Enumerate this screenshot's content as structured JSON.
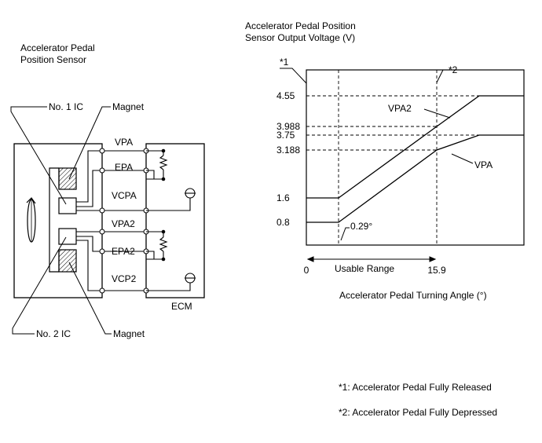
{
  "sensor_title_line1": "Accelerator Pedal",
  "sensor_title_line2": "Position Sensor",
  "callouts": {
    "ic1": "No. 1 IC",
    "ic2": "No. 2 IC",
    "magnet_top": "Magnet",
    "magnet_bottom": "Magnet"
  },
  "terminals": [
    "VPA",
    "EPA",
    "VCPA",
    "VPA2",
    "EPA2",
    "VCP2"
  ],
  "ecm_label": "ECM",
  "chart_data": {
    "type": "line",
    "ylabel_line1": "Accelerator Pedal Position",
    "ylabel_line2": "Sensor Output Voltage (V)",
    "xlabel": "Accelerator Pedal Turning Angle (°)",
    "x_ticks": [
      "0",
      "15.9"
    ],
    "y_ticks": [
      "4.55",
      "3.988",
      "3.75",
      "3.188",
      "1.6",
      "0.8"
    ],
    "series": [
      {
        "name": "VPA2",
        "x": [
          0,
          0.29,
          15.9,
          20
        ],
        "y": [
          1.6,
          1.6,
          3.988,
          4.55
        ]
      },
      {
        "name": "VPA",
        "x": [
          0,
          0.29,
          15.9,
          20
        ],
        "y": [
          0.8,
          0.8,
          3.188,
          3.75
        ]
      }
    ],
    "annotations": {
      "mark1": "*1",
      "mark2": "*2",
      "angle_label": "0.29°",
      "range_label": "Usable Range"
    }
  },
  "notes": {
    "note1": "*1: Accelerator Pedal Fully Released",
    "note2": "*2: Accelerator Pedal Fully Depressed"
  }
}
